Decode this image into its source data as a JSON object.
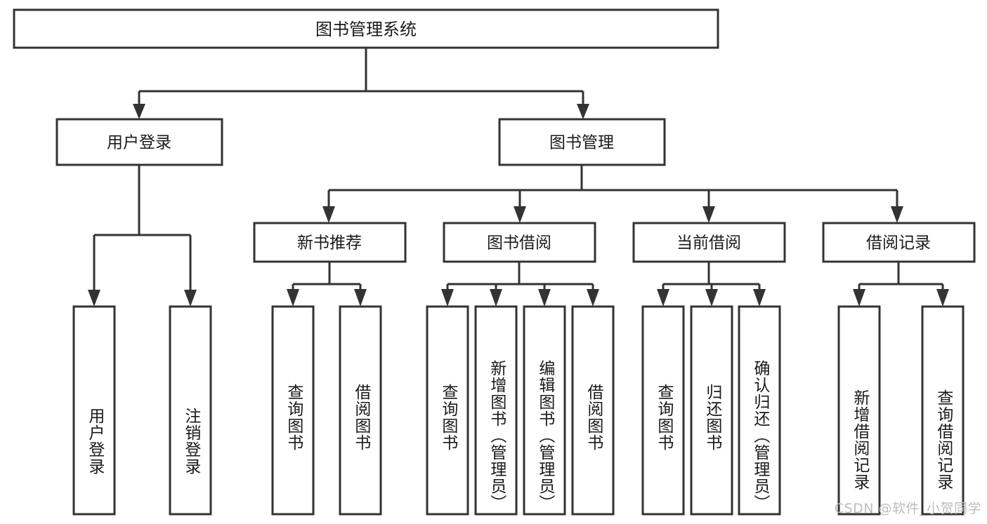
{
  "diagram": {
    "title": "图书管理系统",
    "type": "tree-hierarchy-diagram",
    "colors": {
      "stroke": "#333333",
      "fill": "#ffffff",
      "text": "#1a1a1a",
      "watermark": "#bdbdbd"
    },
    "root": {
      "label": "图书管理系统"
    },
    "level2": [
      {
        "label": "用户登录"
      },
      {
        "label": "图书管理"
      }
    ],
    "level3": [
      {
        "label": "新书推荐"
      },
      {
        "label": "图书借阅"
      },
      {
        "label": "当前借阅"
      },
      {
        "label": "借阅记录"
      }
    ],
    "leaves": {
      "user_login": [
        {
          "label": "用户登录"
        },
        {
          "label": "注销登录"
        }
      ],
      "new_book_recommend": [
        {
          "label": "查询图书"
        },
        {
          "label": "借阅图书"
        }
      ],
      "book_borrow": [
        {
          "label": "查询图书"
        },
        {
          "label": "新增图书（管理员）"
        },
        {
          "label": "编辑图书（管理员）"
        },
        {
          "label": "借阅图书"
        }
      ],
      "current_borrow": [
        {
          "label": "查询图书"
        },
        {
          "label": "归还图书"
        },
        {
          "label": "确认归还（管理员）"
        }
      ],
      "borrow_record": [
        {
          "label": "新增借阅记录"
        },
        {
          "label": "查询借阅记录"
        }
      ]
    }
  },
  "watermark": {
    "text": "CSDN @软件_小贺同学"
  }
}
